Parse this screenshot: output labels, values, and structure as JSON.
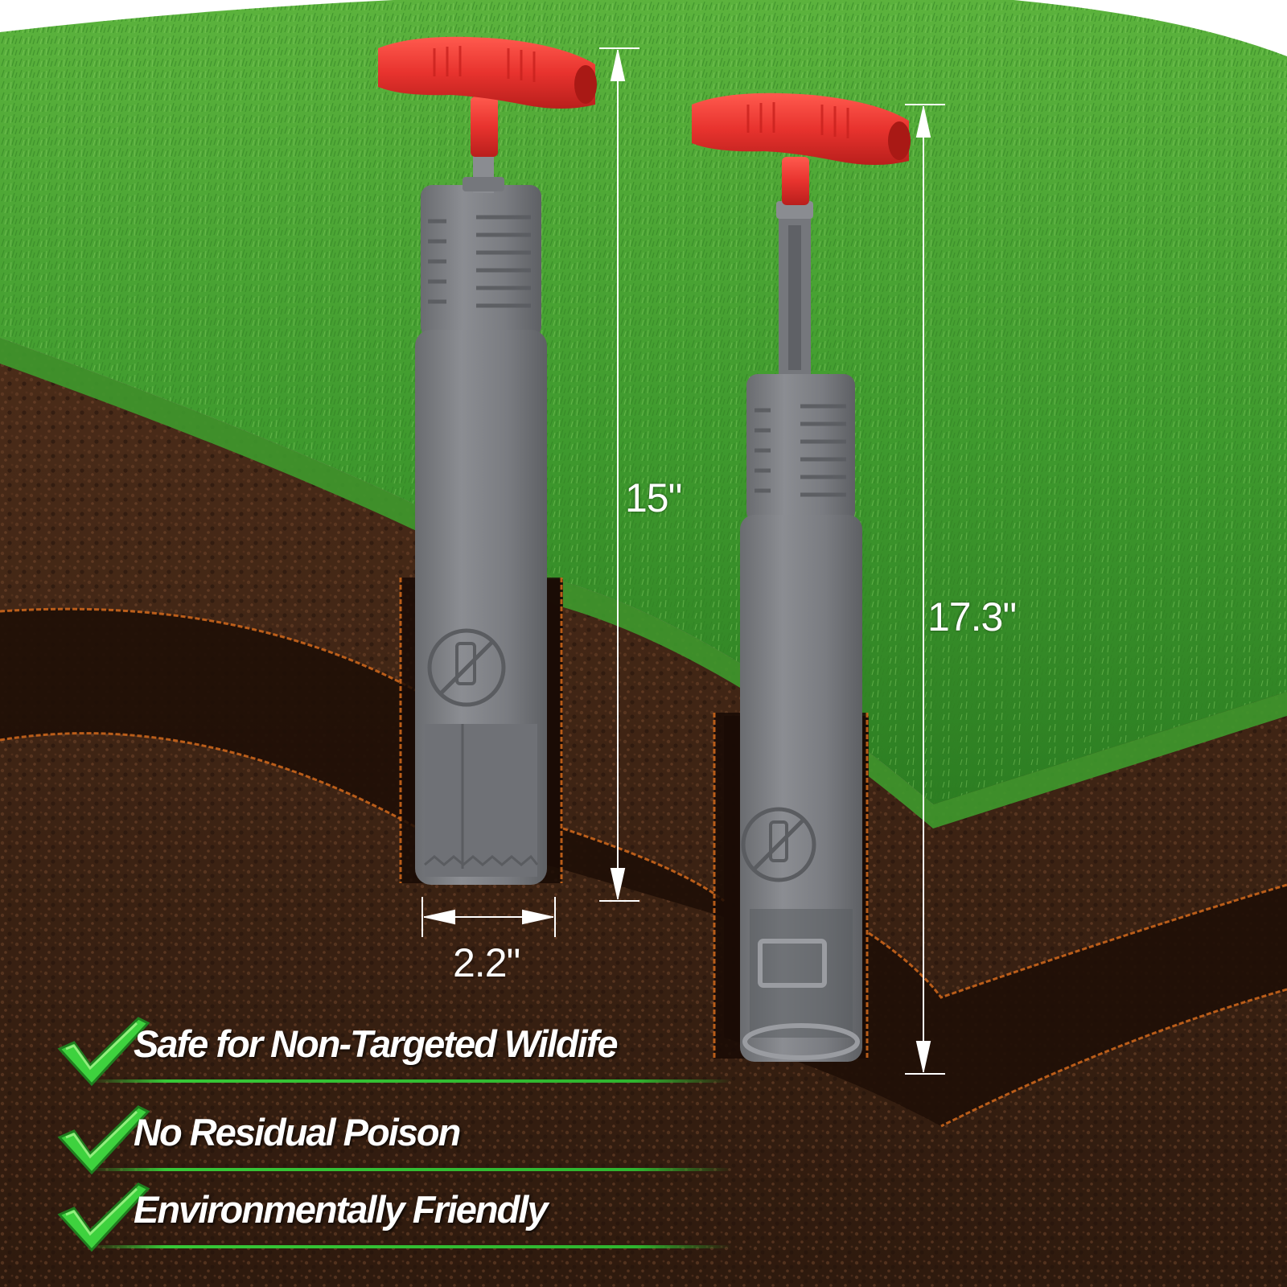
{
  "dimensions": {
    "left_height": "15\"",
    "right_height": "17.3\"",
    "width": "2.2\""
  },
  "features": [
    "Safe for Non-Targeted Wildife",
    "No Residual Poison",
    "Environmentally Friendly"
  ],
  "colors": {
    "grass": "#3f9a2e",
    "soil": "#3b2214",
    "tool_body": "#7b7d82",
    "handle": "#e8332e",
    "check": "#3ed23e",
    "text": "#ffffff"
  },
  "icons": [
    "check-icon",
    "no-bait-symbol-icon"
  ]
}
